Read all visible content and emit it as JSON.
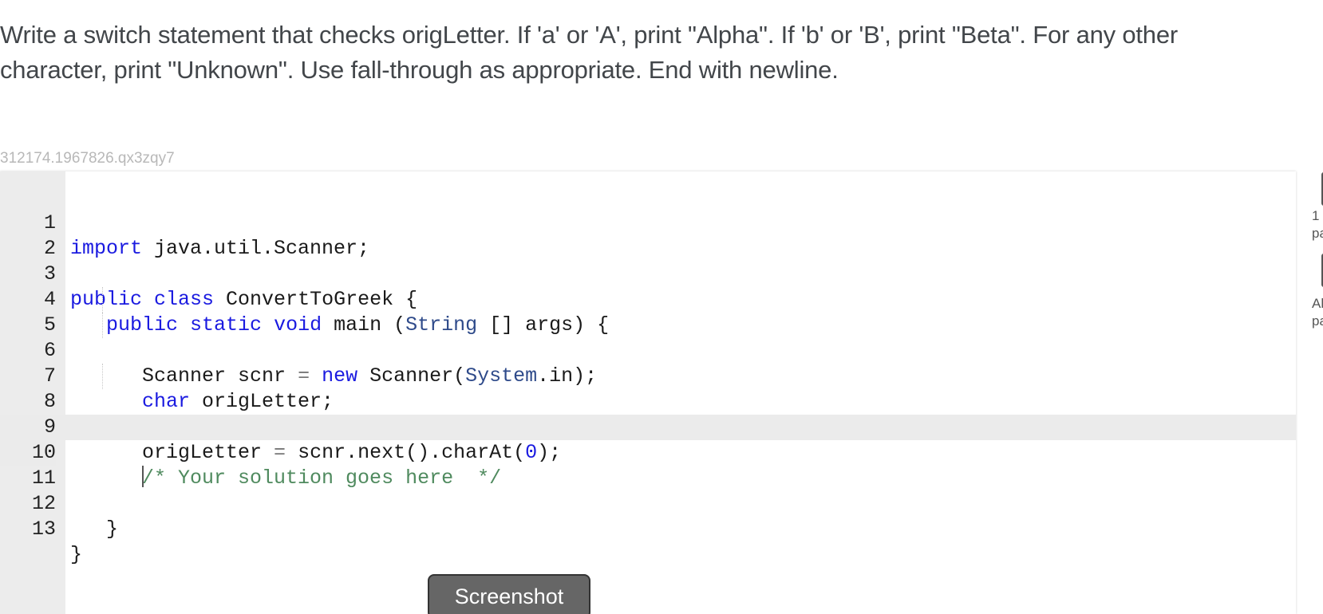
{
  "prompt": {
    "line1": "Write a switch statement that checks origLetter. If 'a' or 'A', print \"Alpha\". If 'b' or 'B', print \"Beta\". For any other",
    "line2": "character, print \"Unknown\". Use fall-through as appropriate. End with newline."
  },
  "challenge_id": "312174.1967826.qx3zqy7",
  "editor": {
    "line_numbers": [
      "1",
      "2",
      "3",
      "4",
      "5",
      "6",
      "7",
      "8",
      "9",
      "10",
      "11",
      "12",
      "13"
    ],
    "tokens": {
      "l1_kw": "import",
      "l1_rest": " java.util.Scanner;",
      "l3_kw1": "public",
      "l3_kw2": "class",
      "l3_rest": " ConvertToGreek {",
      "l4_kw1": "public",
      "l4_kw2": "static",
      "l4_kw3": "void",
      "l4_mid": " main (",
      "l4_type": "String",
      "l4_rest": " [] args) {",
      "l5_a": "Scanner scnr ",
      "l5_eq": "=",
      "l5_sp": " ",
      "l5_kw": "new",
      "l5_b": " Scanner(",
      "l5_type": "System",
      "l5_c": ".in);",
      "l6_kw": "char",
      "l6_rest": " origLetter;",
      "l8_a": "origLetter ",
      "l8_eq": "=",
      "l8_b": " scnr.next().charAt(",
      "l8_num": "0",
      "l8_c": ");",
      "l10_comment": "/* Your solution goes here  */",
      "l12": "}",
      "l13": "}"
    }
  },
  "side_panel": {
    "text1a": "1",
    "text1b": "pa",
    "text2a": "Al",
    "text2b": "pa"
  },
  "screenshot_button": "Screenshot"
}
